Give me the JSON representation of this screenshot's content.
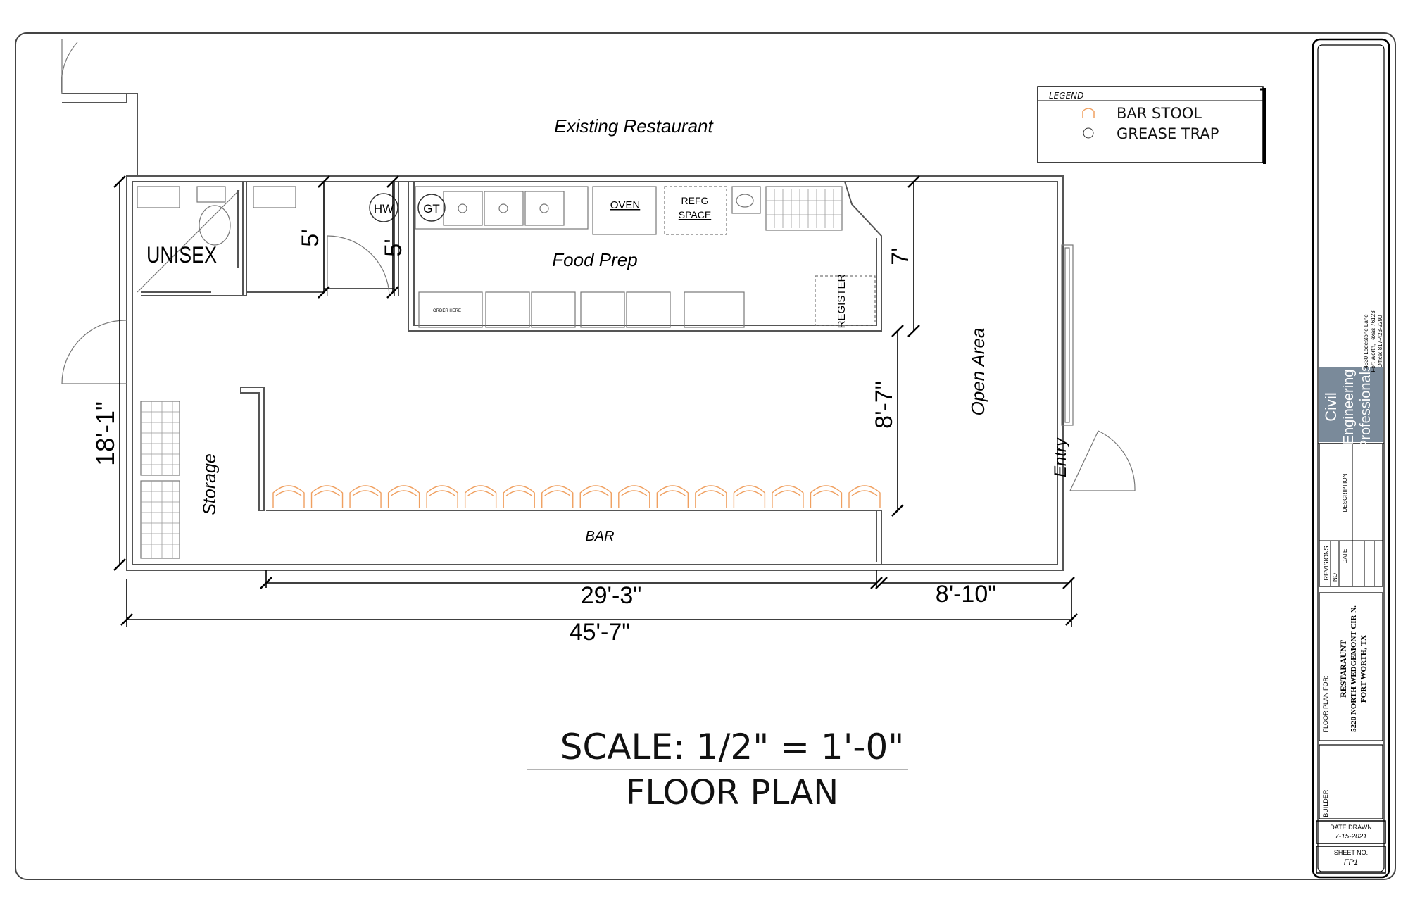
{
  "drawing": {
    "existing_label": "Existing Restaurant",
    "food_prep_label": "Food Prep",
    "unisex_label": "UNISEX",
    "storage_label": "Storage",
    "bar_label": "BAR",
    "open_area_label": "Open Area",
    "entry_label": "Entry",
    "hw_label": "HW",
    "gt_label": "GT",
    "oven_label": "OVEN",
    "refg_line1": "REFG",
    "refg_line2": "SPACE",
    "register_label": "REGISTER",
    "order_here_label": "ORDER HERE",
    "bar_stool_count": 16
  },
  "dimensions": {
    "restroom_left": "5'",
    "restroom_right": "5'",
    "food_prep_depth": "7'",
    "left_height": "18'-1\"",
    "open_depth": "8'-7\"",
    "bar_length": "29'-3\"",
    "right_length": "8'-10\"",
    "total_length": "45'-7\""
  },
  "legend": {
    "title": "LEGEND",
    "items": [
      {
        "label": "BAR STOOL",
        "icon": "bar-stool-icon"
      },
      {
        "label": "GREASE TRAP",
        "icon": "grease-trap-icon"
      }
    ]
  },
  "scale": {
    "line1": "SCALE: 1/2\" = 1'-0\"",
    "line2": "FLOOR PLAN"
  },
  "title_block": {
    "firm_line1": "Civil",
    "firm_line2": "Engineering",
    "firm_line3": "Professionals",
    "address1": "4530 Lodestone Lane",
    "address2": "Fort Worth, Texas 76123",
    "phone": "Office: 817-423-2290",
    "revisions_label": "REVISIONS",
    "no_label": "NO",
    "date_label": "DATE",
    "description_label": "DESCRIPTION",
    "floor_plan_for_label": "FLOOR PLAN FOR:",
    "project_name": "RESTARAUNT",
    "project_address1": "5220 NORTH WEDGEMONT CIR N.",
    "project_address2": "FORT WORTH, TX",
    "builder_label": "BUILDER:",
    "date_drawn_label": "DATE DRAWN",
    "date_drawn": "7-15-2021",
    "sheet_no_label": "SHEET NO.",
    "sheet_no": "FP1"
  },
  "colors": {
    "stool": "#f0a060",
    "line": "#555555"
  }
}
